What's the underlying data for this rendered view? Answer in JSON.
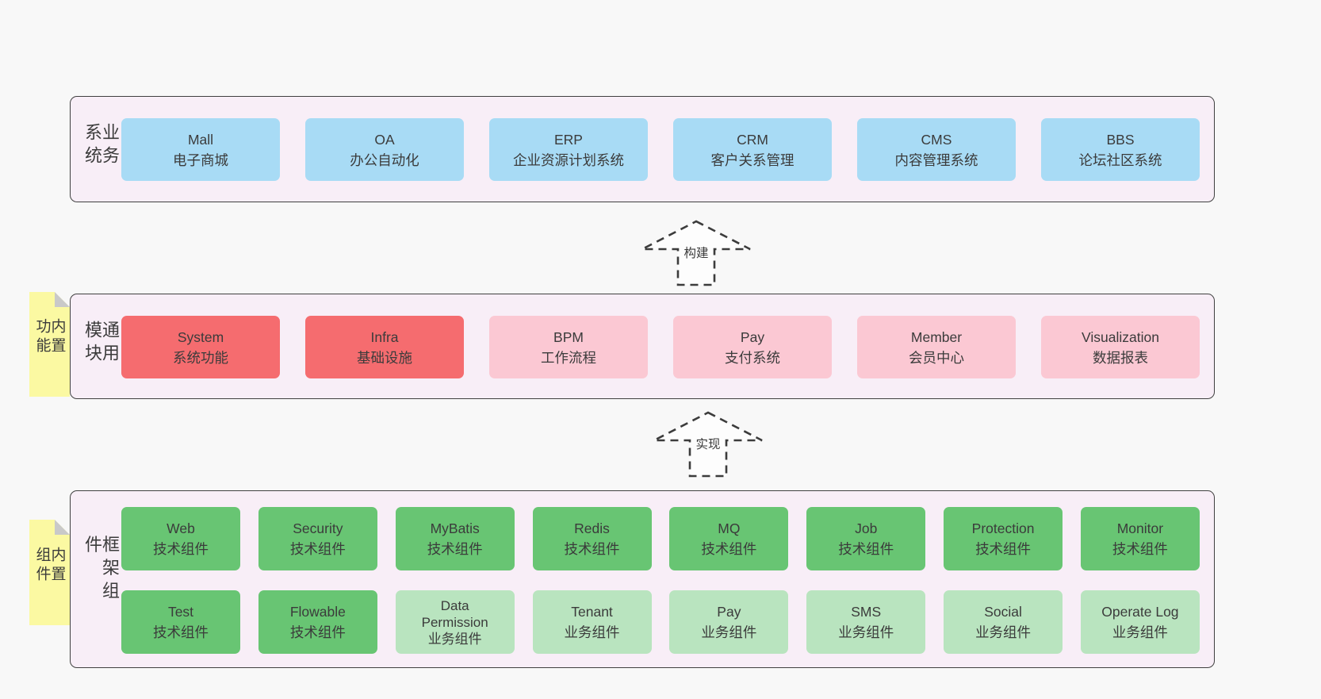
{
  "colors": {
    "page_bg": "#f8f8f8",
    "band_bg": "#f8eef7",
    "band_border": "#404040",
    "blue_box": "#a8dbf5",
    "red_box": "#f56c6f",
    "pink_box": "#fbc8d3",
    "green_box": "#68c573",
    "green_light_box": "#b9e4bf",
    "sticky_yellow": "#fbf9a2",
    "sticky_fold": "#c9c9c9",
    "arrow_stroke": "#3c3c3c",
    "text": "#3b3b3b"
  },
  "b1": {
    "label": "业务系统",
    "boxes": [
      {
        "t": "Mall",
        "s": "电子商城",
        "v": "blue"
      },
      {
        "t": "OA",
        "s": "办公自动化",
        "v": "blue"
      },
      {
        "t": "ERP",
        "s": "企业资源计划系统",
        "v": "blue"
      },
      {
        "t": "CRM",
        "s": "客户关系管理",
        "v": "blue"
      },
      {
        "t": "CMS",
        "s": "内容管理系统",
        "v": "blue"
      },
      {
        "t": "BBS",
        "s": "论坛社区系统",
        "v": "blue"
      }
    ]
  },
  "b2": {
    "label": "通用模块",
    "sticky": "内置功能",
    "boxes": [
      {
        "t": "System",
        "s": "系统功能",
        "v": "red"
      },
      {
        "t": "Infra",
        "s": "基础设施",
        "v": "red"
      },
      {
        "t": "BPM",
        "s": "工作流程",
        "v": "pink"
      },
      {
        "t": "Pay",
        "s": "支付系统",
        "v": "pink"
      },
      {
        "t": "Member",
        "s": "会员中心",
        "v": "pink"
      },
      {
        "t": "Visualization",
        "s": "数据报表",
        "v": "pink"
      }
    ]
  },
  "b3": {
    "label": "框架组件",
    "sticky": "内置组件",
    "row1": [
      {
        "t": "Web",
        "s": "技术组件",
        "v": "green"
      },
      {
        "t": "Security",
        "s": "技术组件",
        "v": "green"
      },
      {
        "t": "MyBatis",
        "s": "技术组件",
        "v": "green"
      },
      {
        "t": "Redis",
        "s": "技术组件",
        "v": "green"
      },
      {
        "t": "MQ",
        "s": "技术组件",
        "v": "green"
      },
      {
        "t": "Job",
        "s": "技术组件",
        "v": "green"
      },
      {
        "t": "Protection",
        "s": "技术组件",
        "v": "green"
      },
      {
        "t": "Monitor",
        "s": "技术组件",
        "v": "green"
      }
    ],
    "row2": [
      {
        "t": "Test",
        "s": "技术组件",
        "v": "green"
      },
      {
        "t": "Flowable",
        "s": "技术组件",
        "v": "green"
      },
      {
        "t": "Data Permission",
        "s": "业务组件",
        "v": "green-light"
      },
      {
        "t": "Tenant",
        "s": "业务组件",
        "v": "green-light"
      },
      {
        "t": "Pay",
        "s": "业务组件",
        "v": "green-light"
      },
      {
        "t": "SMS",
        "s": "业务组件",
        "v": "green-light"
      },
      {
        "t": "Social",
        "s": "业务组件",
        "v": "green-light"
      },
      {
        "t": "Operate Log",
        "s": "业务组件",
        "v": "green-light"
      }
    ]
  },
  "arrows": {
    "a1": "构建",
    "a2": "实现"
  }
}
